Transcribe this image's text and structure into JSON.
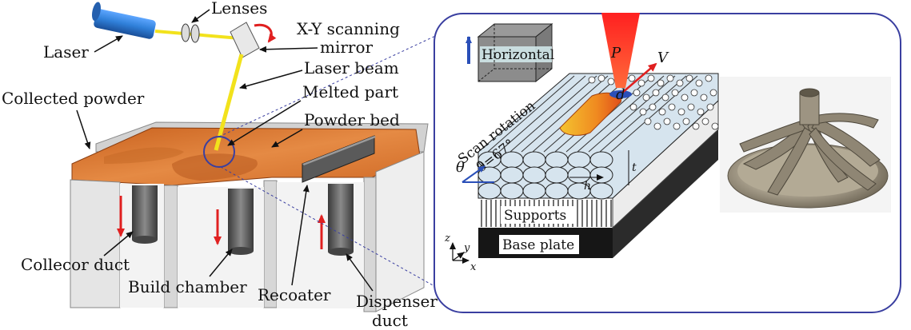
{
  "left_labels": {
    "lenses": "Lenses",
    "laser": "Laser",
    "xy_mirror_line1": "X-Y scanning",
    "xy_mirror_line2": "mirror",
    "laser_beam": "Laser beam",
    "collected_powder": "Collected powder",
    "melted_part": "Melted part",
    "powder_bed": "Powder bed",
    "collector_duct": "Collecor duct",
    "build_chamber": "Build chamber",
    "recoater": "Recoater",
    "dispenser_line1": "Dispenser",
    "dispenser_line2": "duct"
  },
  "detail_labels": {
    "horizontal": "Horizontal",
    "power": "P",
    "velocity": "V",
    "diameter": "d",
    "scan_rotation_line1": "Scan rotation",
    "scan_rotation_line2": "θ=67°",
    "theta": "θ",
    "hatch": "h",
    "layer": "t",
    "supports": "Supports",
    "base_plate": "Base plate",
    "axis_z": "z",
    "axis_y": "y",
    "axis_x": "x"
  },
  "colors": {
    "powder": "#e07a33",
    "powder_dark": "#b8541b",
    "wall": "#d8d8d8",
    "beam": "#f2e21c",
    "laser_body": "#2f7fd8",
    "callout": "#3a3fa0",
    "arrow_red": "#e02020",
    "track": "#d6e4ee",
    "base_plate": "#161616"
  }
}
